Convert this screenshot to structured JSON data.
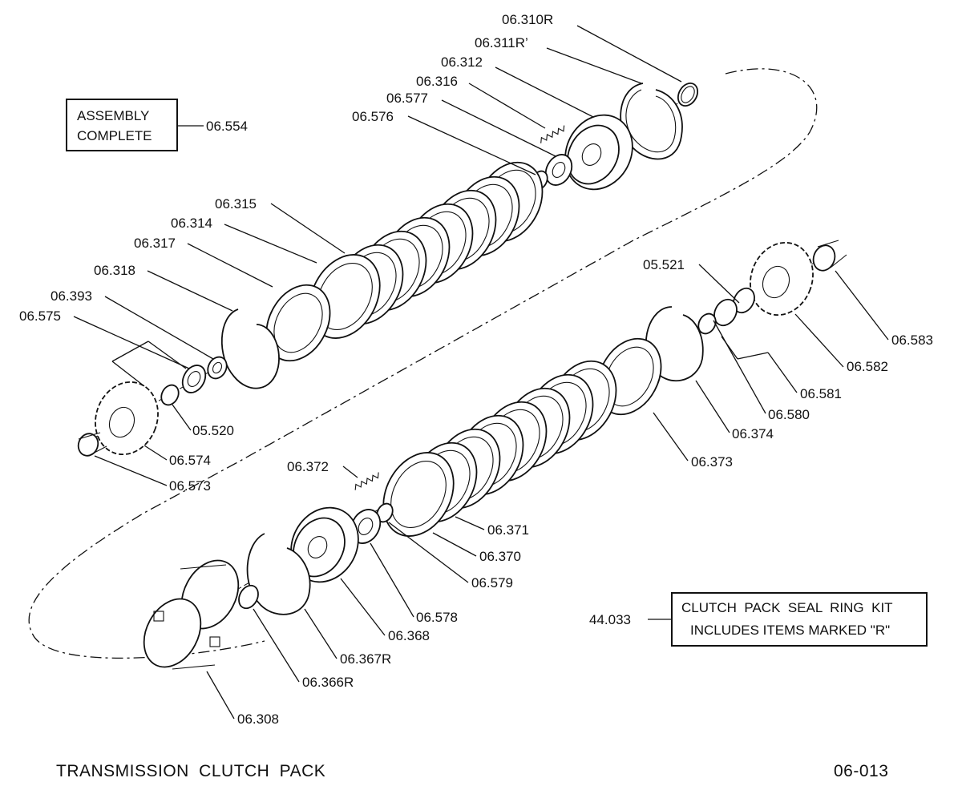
{
  "assembly_box": {
    "line1": "ASSEMBLY",
    "line2": "COMPLETE",
    "ref": "06.554"
  },
  "kit_box": {
    "ref": "44.033",
    "line1": "CLUTCH  PACK  SEAL  RING  KIT",
    "line2": "INCLUDES ITEMS MARKED \"R\""
  },
  "labels": {
    "p06310R": "06.310R",
    "p06311R": "06.311R’",
    "p06312": "06.312",
    "p06316": "06.316",
    "p06577": "06.577",
    "p06576": "06.576",
    "p06315": "06.315",
    "p06314": "06.314",
    "p06317": "06.317",
    "p06318": "06.318",
    "p06393": "06.393",
    "p06575": "06.575",
    "p05520": "05.520",
    "p06574": "06.574",
    "p06573": "06.573",
    "p05521": "05.521",
    "p06583": "06.583",
    "p06582": "06.582",
    "p06581": "06.581",
    "p06580": "06.580",
    "p06374": "06.374",
    "p06373": "06.373",
    "p06372": "06.372",
    "p06371": "06.371",
    "p06370": "06.370",
    "p06579": "06.579",
    "p06578": "06.578",
    "p06368": "06.368",
    "p06367R": "06.367R",
    "p06366R": "06.366R",
    "p06308": "06.308"
  },
  "footer": {
    "title": "TRANSMISSION  CLUTCH  PACK",
    "code": "06-013"
  }
}
